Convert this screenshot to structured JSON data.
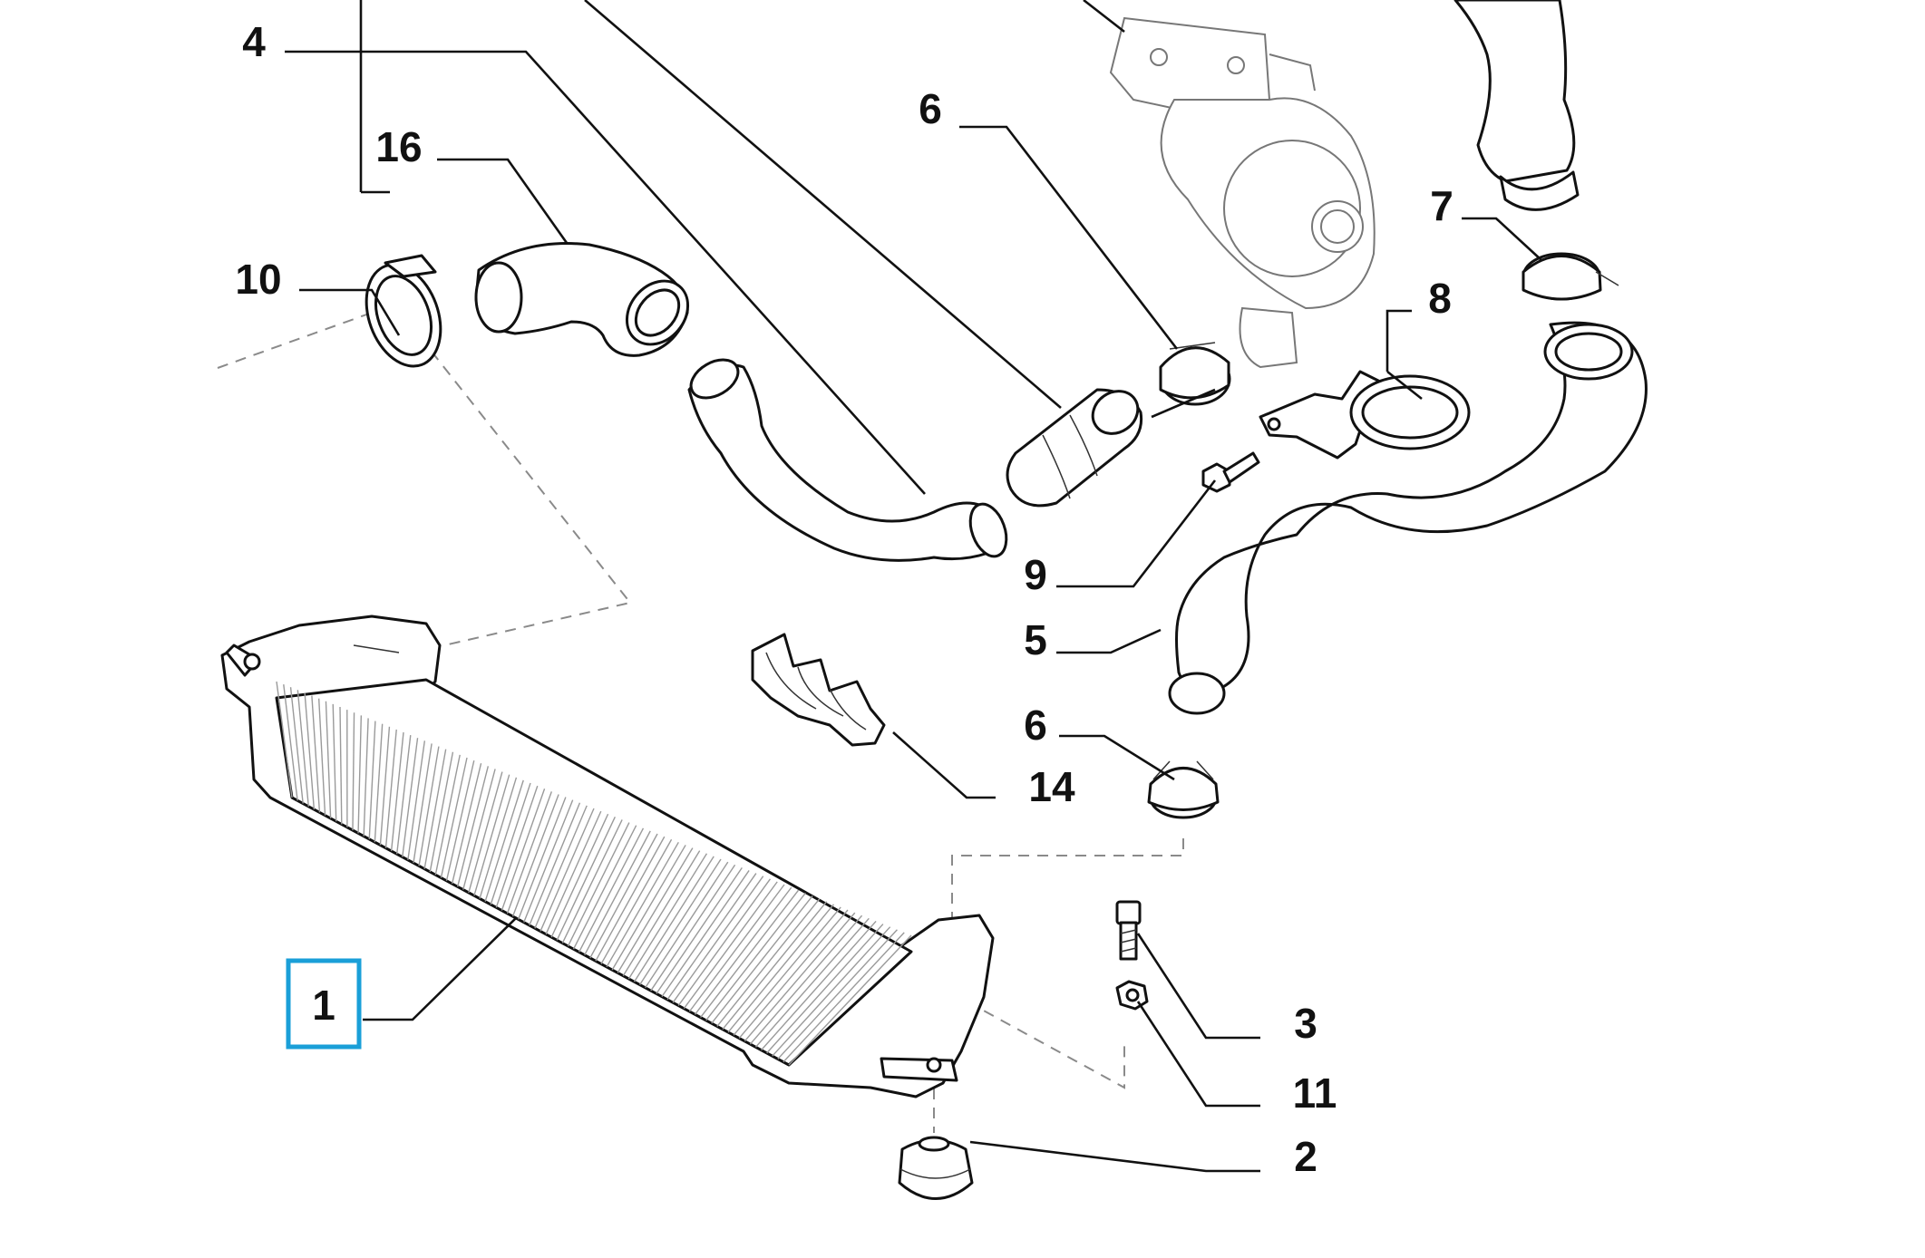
{
  "callouts": [
    {
      "id": "c1",
      "text": "1",
      "highlighted": true
    },
    {
      "id": "c2",
      "text": "2"
    },
    {
      "id": "c3",
      "text": "3"
    },
    {
      "id": "c4",
      "text": "4"
    },
    {
      "id": "c5",
      "text": "5"
    },
    {
      "id": "c6a",
      "text": "6"
    },
    {
      "id": "c6b",
      "text": "6"
    },
    {
      "id": "c7",
      "text": "7"
    },
    {
      "id": "c8",
      "text": "8"
    },
    {
      "id": "c9",
      "text": "9"
    },
    {
      "id": "c10",
      "text": "10"
    },
    {
      "id": "c11",
      "text": "11"
    },
    {
      "id": "c14",
      "text": "14"
    },
    {
      "id": "c16",
      "text": "16"
    }
  ],
  "colors": {
    "highlight_box": "#1a9fd8",
    "line": "#111111",
    "dashed_guide": "#8a8a8a"
  }
}
